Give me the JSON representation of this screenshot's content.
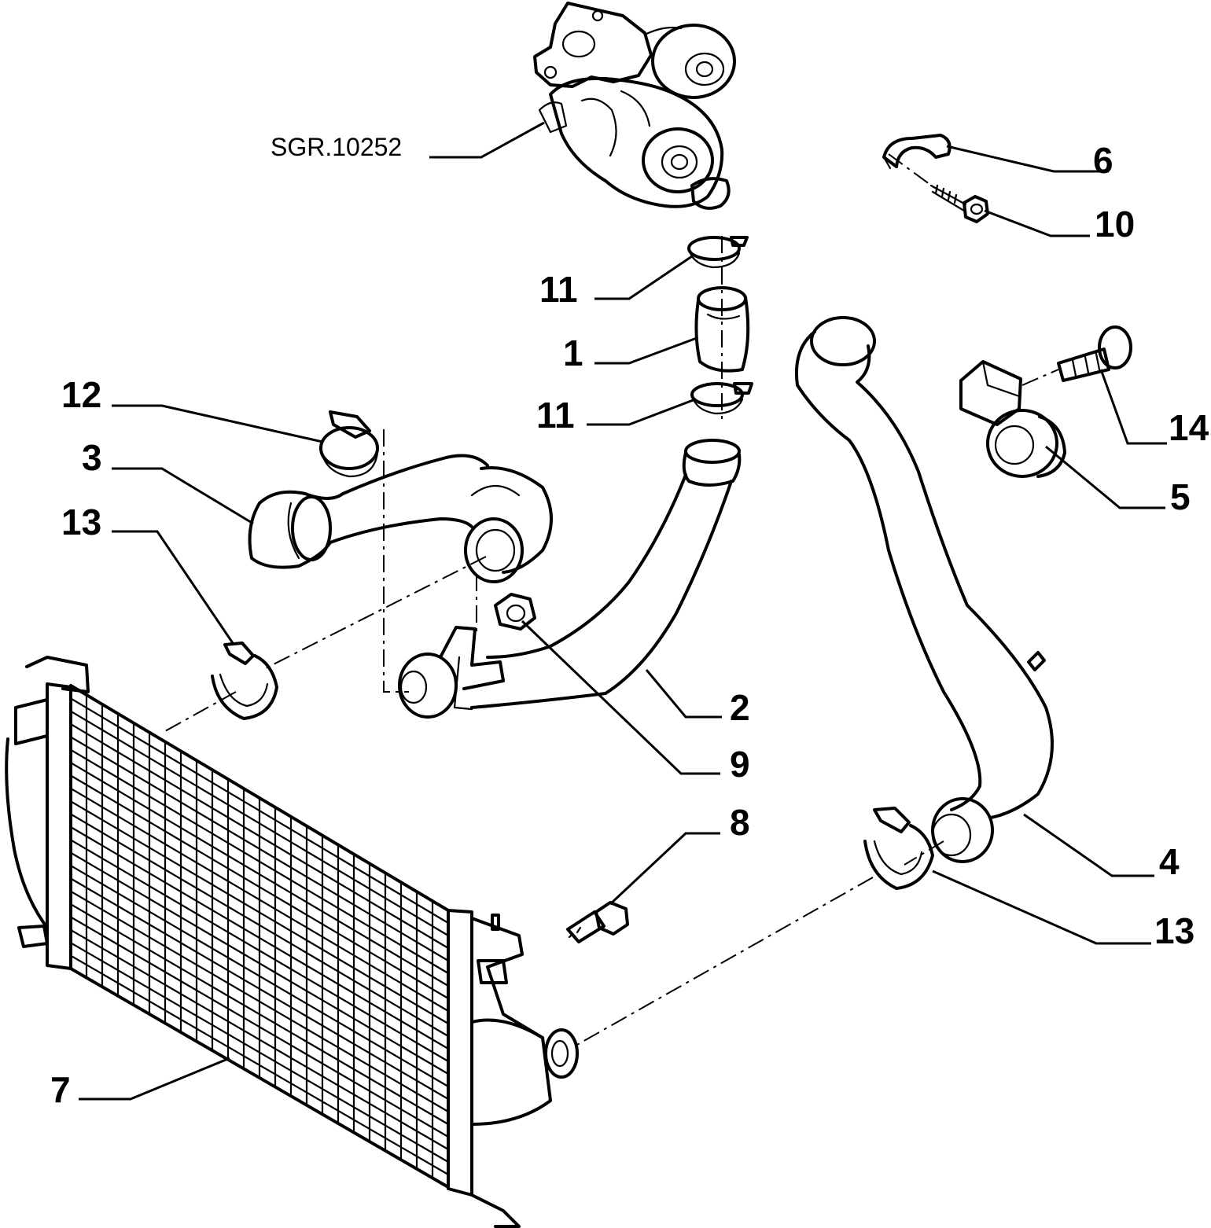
{
  "reference_label": "SGR.10252",
  "callouts": {
    "c1": "1",
    "c2": "2",
    "c3": "3",
    "c4": "4",
    "c5": "5",
    "c6": "6",
    "c7": "7",
    "c8": "8",
    "c9": "9",
    "c10": "10",
    "c11a": "11",
    "c11b": "11",
    "c12": "12",
    "c13a": "13",
    "c13b": "13",
    "c14": "14"
  }
}
